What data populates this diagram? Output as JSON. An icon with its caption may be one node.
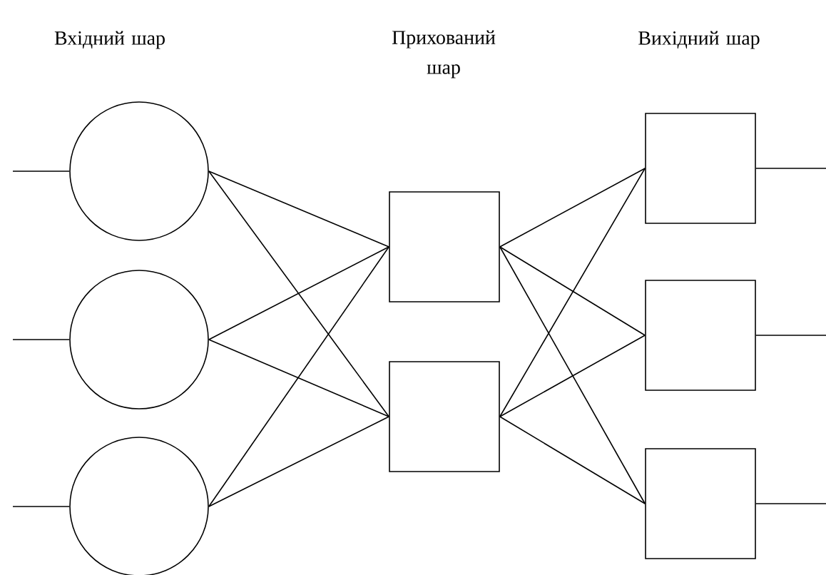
{
  "diagram": {
    "nodes": [
      {
        "text": [],
        "shape": "circle"
      },
      {
        "text": [],
        "shape": "circle"
      },
      {
        "text": [],
        "shape": "circle"
      },
      {
        "text": [],
        "shape": "box"
      },
      {
        "text": [],
        "shape": "box"
      },
      {
        "text": [],
        "shape": "box"
      },
      {
        "text": [],
        "shape": "box"
      },
      {
        "text": [],
        "shape": "box"
      }
    ],
    "edges": [
      {
        "from": null,
        "to": 0,
        "arrow": "none"
      },
      {
        "from": null,
        "to": 1,
        "arrow": "none"
      },
      {
        "from": null,
        "to": 2,
        "arrow": "none"
      },
      {
        "from": 0,
        "to": 3,
        "arrow": "none"
      },
      {
        "from": 0,
        "to": 4,
        "arrow": "none"
      },
      {
        "from": 1,
        "to": 3,
        "arrow": "none"
      },
      {
        "from": 1,
        "to": 4,
        "arrow": "none"
      },
      {
        "from": 2,
        "to": 3,
        "arrow": "none"
      },
      {
        "from": 2,
        "to": 4,
        "arrow": "none"
      },
      {
        "from": 3,
        "to": 5,
        "arrow": "none"
      },
      {
        "from": 3,
        "to": 6,
        "arrow": "none"
      },
      {
        "from": 3,
        "to": 7,
        "arrow": "none"
      },
      {
        "from": 4,
        "to": 5,
        "arrow": "none"
      },
      {
        "from": 4,
        "to": 6,
        "arrow": "none"
      },
      {
        "from": 4,
        "to": 7,
        "arrow": "none"
      },
      {
        "from": 5,
        "to": null,
        "arrow": "none"
      },
      {
        "from": 6,
        "to": null,
        "arrow": "none"
      },
      {
        "from": 7,
        "to": null,
        "arrow": "none"
      }
    ],
    "labels": [
      "Вхідний шар",
      "Прихований шар",
      "Вихідний шар"
    ]
  }
}
